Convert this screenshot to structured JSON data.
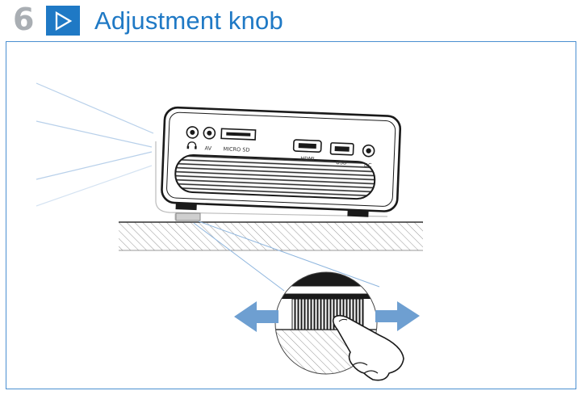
{
  "header": {
    "step_number": "6",
    "step_icon": "play-triangle-icon",
    "title": "Adjustment knob"
  },
  "projector": {
    "ports": {
      "av": "AV",
      "microsd": "MICRO SD",
      "hdmi": "HDMI",
      "usb": "USB",
      "dc": "DC"
    },
    "headphone_icon": "headphone-icon"
  },
  "colors": {
    "accent": "#1f79c5",
    "step_number": "#a9aeb3",
    "arrow": "#6e9fd1",
    "frame": "#4a8fd1"
  }
}
